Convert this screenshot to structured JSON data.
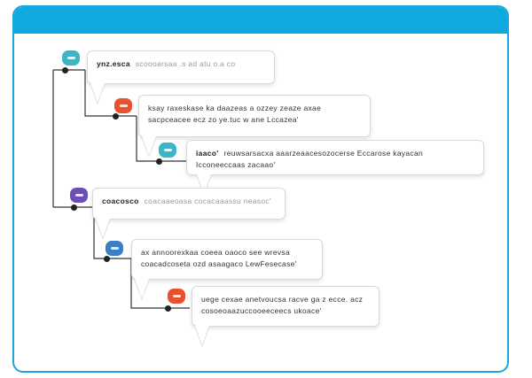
{
  "colors": {
    "header": "#0fa9df",
    "border": "#1aa7dd",
    "avatar_teal": "#3bb6c9",
    "avatar_orange": "#e8512f",
    "avatar_purple": "#6a4fb5",
    "avatar_blue": "#3a7fc4"
  },
  "comments": [
    {
      "author": "ynz.esca",
      "text": "scoooarsaa .s ad atu o.a co",
      "avatar_color": "#3bb6c9"
    },
    {
      "author": "",
      "text": "ksay raxeskase ka daazeas a ozzey zeaze axae sacpceacee ecz zo ye.tuc w ane Lccazea'",
      "avatar_color": "#e8512f"
    },
    {
      "author": "iaaco'",
      "text": "reuwsarsacxa aaarzeaacesozocerse Eccarose kayacan Icconeeccaas zacaao'",
      "avatar_color": "#3bb6c9"
    },
    {
      "author": "coacosco",
      "text": "coacaaeoasa cocacaaassu neasoc'",
      "avatar_color": "#6a4fb5"
    },
    {
      "author": "",
      "text": "ax annoorexkaa coeea oaoco see wrevsa coacadcoseta ozd asaagaco LewFesecase'",
      "avatar_color": "#3a7fc4"
    },
    {
      "author": "",
      "text": "uege cexae anetvoucsa racve ga z ecce. acz cosoeoaazuccooeeceecs ukoace'",
      "avatar_color": "#e8512f"
    }
  ]
}
